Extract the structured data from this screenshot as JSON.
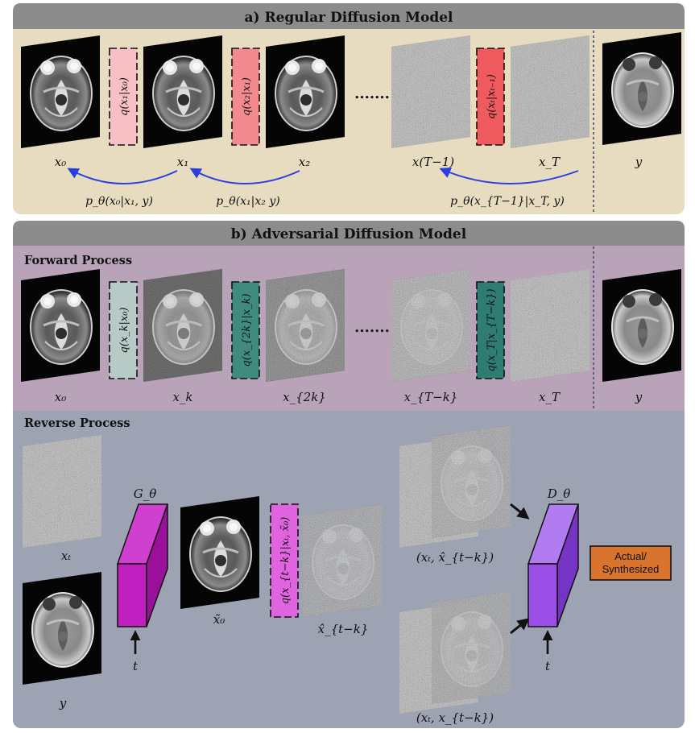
{
  "panel_a": {
    "title": "a) Regular Diffusion Model",
    "labels": {
      "x0": "x₀",
      "x1": "x₁",
      "x2": "x₂",
      "xT1": "x(T−1)",
      "xT": "x_T",
      "y": "y"
    },
    "q_boxes": [
      "q(x₁|x₀)",
      "q(x₂|x₁)",
      "q(xₜ|xₜ₋₁)"
    ],
    "reverse_labels": [
      "p_θ(x₀|x₁, y)",
      "p_θ(x₁|x₂  y)",
      "p_θ(x_{T−1}|x_T, y)"
    ],
    "dots": "......."
  },
  "panel_b": {
    "title": "b) Adversarial Diffusion Model",
    "forward": {
      "title": "Forward Process",
      "labels": {
        "x0": "x₀",
        "xk": "x_k",
        "x2k": "x_{2k}",
        "xTk": "x_{T−k}",
        "xT": "x_T",
        "y": "y"
      },
      "q_boxes": [
        "q(x_k|x₀)",
        "q(x_{2k}|x_k)",
        "q(x_T|x_{T−k})"
      ],
      "dots": "......."
    },
    "reverse": {
      "title": "Reverse Process",
      "labels": {
        "xt": "xₜ",
        "y": "y",
        "t_gen": "t",
        "t_disc": "t",
        "x0_tilde": "x̃₀",
        "xhat": "x̂_{t−k}",
        "pair_hat": "(xₜ, x̂_{t−k})",
        "pair_real": "(xₜ, x_{t−k})"
      },
      "generator": "G_θ",
      "discriminator": "D_θ",
      "q_box": "q(x_{t−k}|xₜ, x̃₀)",
      "output_label": [
        "Actual/",
        "Synthesized"
      ]
    }
  },
  "colors": {
    "header": "#8c8c8c",
    "panel_a_bg": "#e8dcc0",
    "forward_bg": "#b9a3b8",
    "reverse_bg": "#9ea3b4",
    "q_pink_light": "#f8c0c4",
    "q_pink": "#f38a8f",
    "q_red": "#ef5a5f",
    "q_grey_teal": "#b7cac5",
    "q_teal": "#3f8b80",
    "q_teal_dark": "#2f7d72",
    "q_magenta": "#e063e0",
    "generator": "#c020c0",
    "discriminator": "#9a4ee6",
    "output_box": "#d9742f",
    "arrow_blue": "#2a3fe0"
  }
}
